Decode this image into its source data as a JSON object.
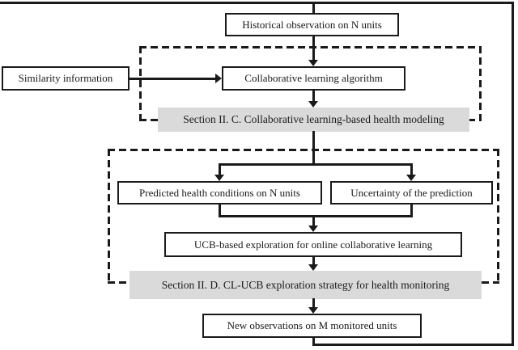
{
  "figure": {
    "nodes": {
      "historical": "Historical observation on N units",
      "similarity": "Similarity information",
      "collaborative": "Collaborative learning algorithm",
      "predicted": "Predicted health conditions on N units",
      "uncertainty": "Uncertainty of the prediction",
      "ucb": "UCB-based exploration for online collaborative learning",
      "new_observations": "New observations on M monitored units"
    },
    "sections": {
      "c": "Section II. C. Collaborative learning-based health modeling",
      "d": "Section II. D. CL-UCB exploration strategy for health monitoring"
    },
    "colors": {
      "line": "#1a1a1a",
      "section_background": "#dadada",
      "background": "#ffffff"
    }
  }
}
